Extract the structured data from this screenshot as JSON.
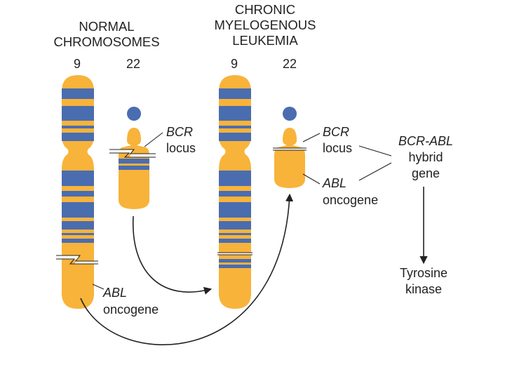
{
  "colors": {
    "chromosome": "#F8B33A",
    "band": "#4A6DB0",
    "satellite": "#4A6DB0",
    "arrow": "#222222"
  },
  "headers": {
    "normal": [
      "NORMAL",
      "CHROMOSOMES"
    ],
    "cml": [
      "CHRONIC",
      "MYELOGENOUS",
      "LEUKEMIA"
    ]
  },
  "chromosome_numbers": {
    "normal_9": "9",
    "normal_22": "22",
    "cml_9": "9",
    "cml_22": "22"
  },
  "labels": {
    "bcr_normal": {
      "gene": "BCR",
      "word": "locus"
    },
    "abl_normal": {
      "gene": "ABL",
      "word": "oncogene"
    },
    "bcr_cml": {
      "gene": "BCR",
      "word": "locus"
    },
    "abl_cml": {
      "gene": "ABL",
      "word": "oncogene"
    },
    "hybrid": [
      "BCR-ABL",
      "hybrid",
      "gene"
    ],
    "product": [
      "Tyrosine",
      "kinase"
    ]
  }
}
